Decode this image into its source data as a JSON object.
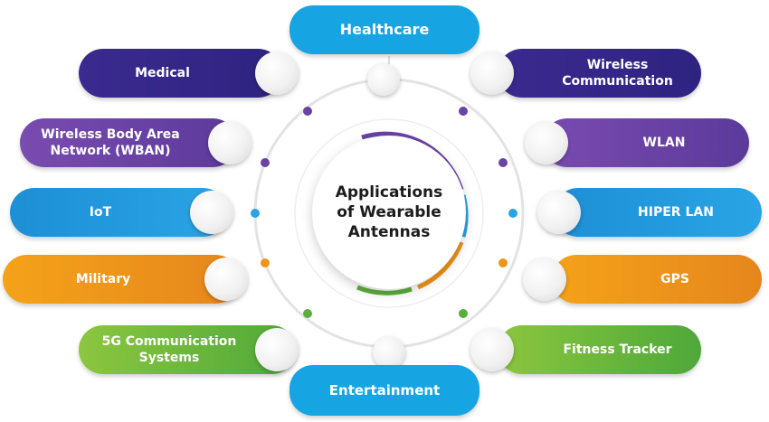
{
  "center": {
    "title": "Applications\nof Wearable\nAntennas"
  },
  "items": {
    "healthcare": "Healthcare",
    "medical": "Medical",
    "wban": "Wireless Body Area\nNetwork (WBAN)",
    "iot": "IoT",
    "military": "Military",
    "fiveg": "5G Communication\nSystems",
    "entertainment": "Entertainment",
    "wireless_comm": "Wireless\nCommunication",
    "wlan": "WLAN",
    "hiperlan": "HIPER LAN",
    "gps": "GPS",
    "fitness": "Fitness Tracker"
  },
  "colors": {
    "dark_purple": "#2e2380",
    "purple": "#6a43a5",
    "blue": "#1d8fd6",
    "orange": "#f0951b",
    "green": "#5cae3b",
    "cyan": "#16a4e3"
  }
}
